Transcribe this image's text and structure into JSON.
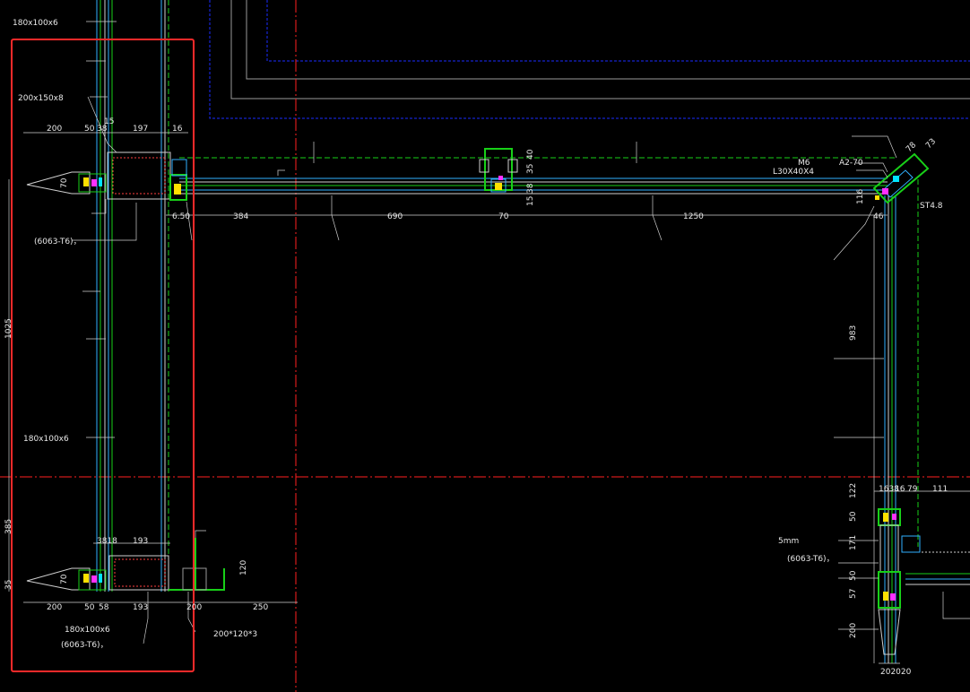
{
  "drawing": {
    "colors": {
      "background": "#000000",
      "highlight_box": "#ff2a2a",
      "axis": "#ff2020",
      "outline": "#1a2cff",
      "profile": "#18d018",
      "glass": "#30b0ff",
      "line": "#cfcfcf",
      "accent_yellow": "#ffe000",
      "accent_magenta": "#ff30ff",
      "accent_cyan": "#00e5ff"
    },
    "dims": {
      "left_top": [
        "200",
        "50",
        "38",
        "197",
        "16"
      ],
      "left_top_small": "15",
      "left_bottom": [
        "200",
        "50",
        "58",
        "193",
        "200",
        "250"
      ],
      "left_bottom_top": [
        "3818",
        "193"
      ],
      "left_vertical": [
        "1025",
        "385",
        "35"
      ],
      "left_small_v": [
        "70",
        "70",
        "120"
      ],
      "mid": [
        "6.50",
        "384",
        "690",
        "70",
        "1250",
        "46"
      ],
      "mid_small": [
        "40",
        "35",
        "38",
        "15"
      ],
      "right_vertical": [
        "983",
        "122",
        "50",
        "171",
        "50",
        "57",
        "200"
      ],
      "right_top": [
        "1638",
        "16",
        "79",
        "111"
      ],
      "right_small": [
        "78",
        "116",
        "73"
      ],
      "right_bottom": "202020"
    },
    "labels": {
      "steel_top": "180x100x6",
      "steel_mid": "180x100x6",
      "steel_main": "200x150x8",
      "bottom_steel": "180x100x6",
      "bottom_plate": "200*120*3",
      "mullion": "(6063-T6)，",
      "mullion_b": "(6063-T6)，",
      "m6": "M6",
      "a2": "A2-70",
      "angle": "L30X40X4",
      "st4": "ST4.8",
      "mm5": "5mm",
      "r_mullion": "(6063-T6)，"
    }
  }
}
